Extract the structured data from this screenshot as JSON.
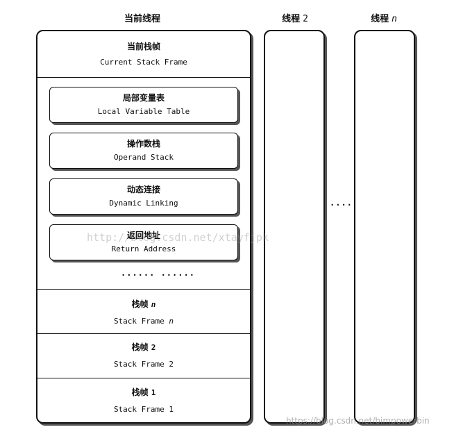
{
  "headers": {
    "current_thread": "当前线程",
    "thread2_zh": "线程",
    "thread2_num": "2",
    "threadn_zh": "线程",
    "threadn_num": "n"
  },
  "current_frame": {
    "zh": "当前栈帧",
    "en": "Current Stack Frame"
  },
  "frame_parts": [
    {
      "zh": "局部变量表",
      "en": "Local Variable Table"
    },
    {
      "zh": "操作数栈",
      "en": "Operand Stack"
    },
    {
      "zh": "动态连接",
      "en": "Dynamic Linking"
    },
    {
      "zh": "返回地址",
      "en": "Return Address"
    }
  ],
  "inner_ellipsis": "...... ......",
  "between_threads_ellipsis": "......",
  "stack_frames": [
    {
      "zh": "栈帧",
      "num": "n",
      "en": "Stack Frame",
      "en_num": "n"
    },
    {
      "zh": "栈帧",
      "num": "2",
      "en": "Stack Frame",
      "en_num": "2"
    },
    {
      "zh": "栈帧",
      "num": "1",
      "en": "Stack Frame",
      "en_num": "1"
    }
  ],
  "watermarks": {
    "center": "http://blog.csdn.net/xtayfjpk",
    "bottom": "https://blog.csdn.net/bimpowerbin"
  }
}
